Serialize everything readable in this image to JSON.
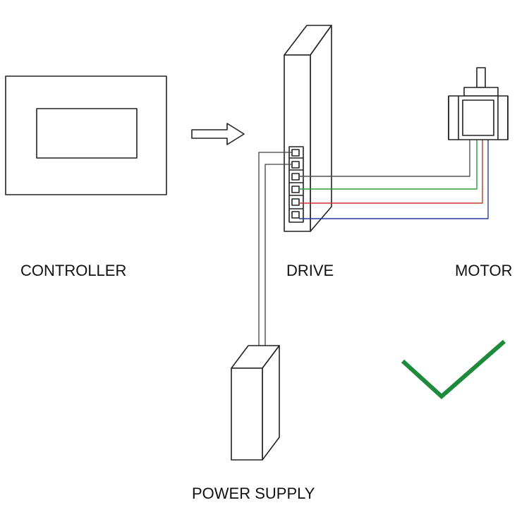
{
  "labels": {
    "controller": "CONTROLLER",
    "drive": "DRIVE",
    "motor": "MOTOR",
    "power_supply": "POWER SUPPLY"
  },
  "colors": {
    "outline": "#222222",
    "wire_gray": "#555555",
    "wire_green": "#2e9e3a",
    "wire_red": "#c0392b",
    "wire_blue": "#2a3a9a",
    "checkmark": "#1e8a3c"
  },
  "icons": [
    "right-arrow-icon",
    "checkmark-icon"
  ]
}
